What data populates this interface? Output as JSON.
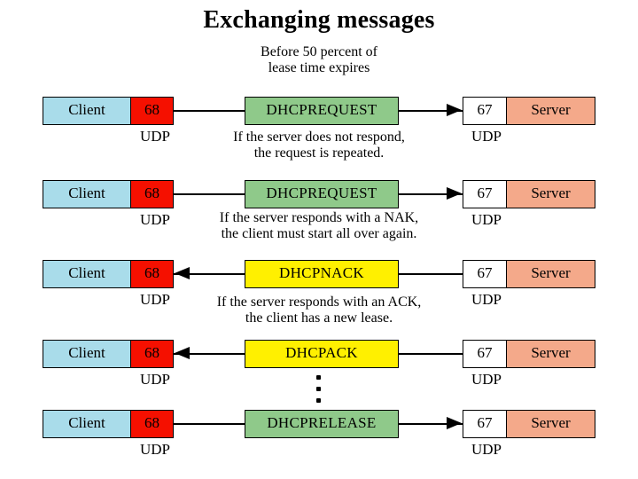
{
  "title": "Exchanging messages",
  "labels": {
    "client": "Client",
    "server": "Server",
    "client_port": "68",
    "server_port": "67",
    "udp": "UDP"
  },
  "colors": {
    "client_box": "#A9DCEA",
    "client_port_box": "#F51000",
    "server_box": "#F4A98A",
    "server_port_box": "#FFFFFF",
    "message_green": "#8FC98A",
    "message_yellow": "#FFF000",
    "line": "#000000",
    "background": "#FFFFFF",
    "text": "#000000"
  },
  "captions": [
    {
      "line1": "Before 50 percent of",
      "line2": "lease time expires"
    },
    {
      "line1": "If the server does not respond,",
      "line2": "the request is repeated."
    },
    {
      "line1": "If the server responds with a NAK,",
      "line2": "the client must start all over again."
    },
    {
      "line1": "If the server responds with an ACK,",
      "line2": "the client has a new lease."
    }
  ],
  "rows": [
    {
      "message": "DHCPREQUEST",
      "message_color": "green",
      "direction": "client-to-server",
      "client": "Client",
      "client_port": "68",
      "server_port": "67",
      "server": "Server",
      "udp_left": "UDP",
      "udp_right": "UDP"
    },
    {
      "message": "DHCPREQUEST",
      "message_color": "green",
      "direction": "client-to-server",
      "client": "Client",
      "client_port": "68",
      "server_port": "67",
      "server": "Server",
      "udp_left": "UDP",
      "udp_right": "UDP"
    },
    {
      "message": "DHCPNACK",
      "message_color": "yellow",
      "direction": "server-to-client",
      "client": "Client",
      "client_port": "68",
      "server_port": "67",
      "server": "Server",
      "udp_left": "UDP",
      "udp_right": "UDP"
    },
    {
      "message": "DHCPACK",
      "message_color": "yellow",
      "direction": "server-to-client",
      "client": "Client",
      "client_port": "68",
      "server_port": "67",
      "server": "Server",
      "udp_left": "UDP",
      "udp_right": "UDP"
    },
    {
      "message": "DHCPRELEASE",
      "message_color": "green",
      "direction": "client-to-server",
      "client": "Client",
      "client_port": "68",
      "server_port": "67",
      "server": "Server",
      "udp_left": "UDP",
      "udp_right": "UDP"
    }
  ],
  "ellipsis": "vertical-ellipsis"
}
